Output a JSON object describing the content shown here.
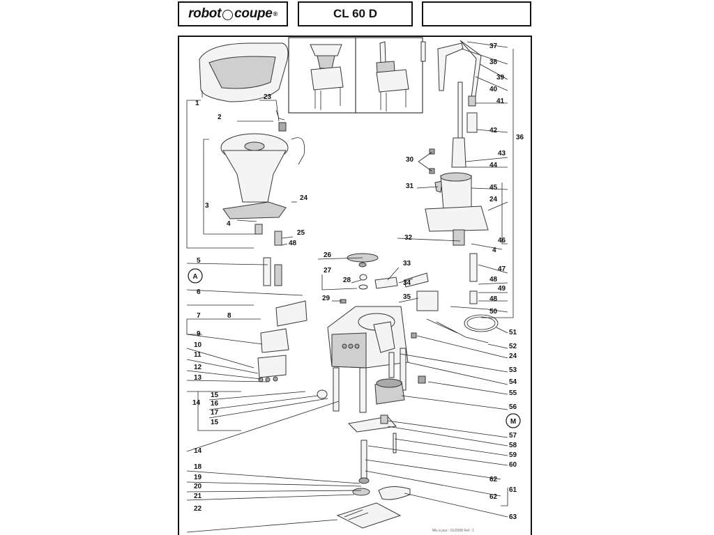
{
  "header": {
    "brand_left": "robot",
    "brand_right": "coupe",
    "brand_mark": "®",
    "model": "CL 60 D",
    "blank_box": ""
  },
  "callouts": {
    "A": "A",
    "M": "M"
  },
  "part_numbers": [
    "1",
    "2",
    "3",
    "4",
    "5",
    "6",
    "7",
    "8",
    "9",
    "10",
    "11",
    "12",
    "13",
    "14",
    "15",
    "16",
    "17",
    "18",
    "19",
    "20",
    "21",
    "22",
    "23",
    "24",
    "25",
    "26",
    "27",
    "28",
    "29",
    "30",
    "31",
    "32",
    "33",
    "34",
    "35",
    "36",
    "37",
    "38",
    "39",
    "40",
    "41",
    "42",
    "43",
    "44",
    "45",
    "46",
    "47",
    "48",
    "49",
    "50",
    "51",
    "52",
    "53",
    "54",
    "55",
    "56",
    "57",
    "58",
    "59",
    "60",
    "61",
    "62",
    "63"
  ],
  "footer": "Mis à jour : 01/2008  Ref : 1"
}
